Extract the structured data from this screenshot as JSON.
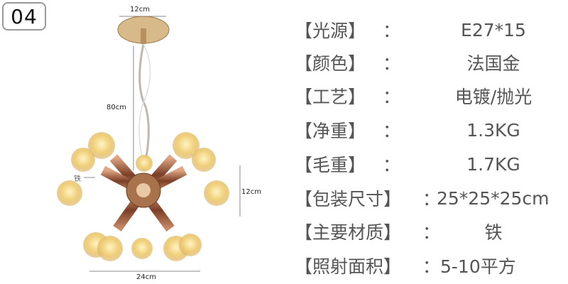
{
  "badge": "04",
  "dimensions": {
    "canopy": "12cm",
    "chain": "80cm",
    "body_height": "12cm",
    "width": "24cm",
    "material_callout": "铁"
  },
  "specs": [
    {
      "label": "【光源】",
      "colon": "：",
      "value": "E27*15"
    },
    {
      "label": "【颜色】",
      "colon": "：",
      "value": "法国金"
    },
    {
      "label": "【工艺】",
      "colon": "：",
      "value": "电镀/抛光"
    },
    {
      "label": "【净重】",
      "colon": "：",
      "value": "1.3KG"
    },
    {
      "label": "【毛重】",
      "colon": "：",
      "value": "1.7KG"
    },
    {
      "label": "【包装尺寸】",
      "colon": "：",
      "value": "25*25*25cm"
    },
    {
      "label": "【主要材质】",
      "colon": "：",
      "value": "铁"
    },
    {
      "label": "【照射面积】",
      "colon": "：",
      "value": "5-10平方"
    }
  ]
}
